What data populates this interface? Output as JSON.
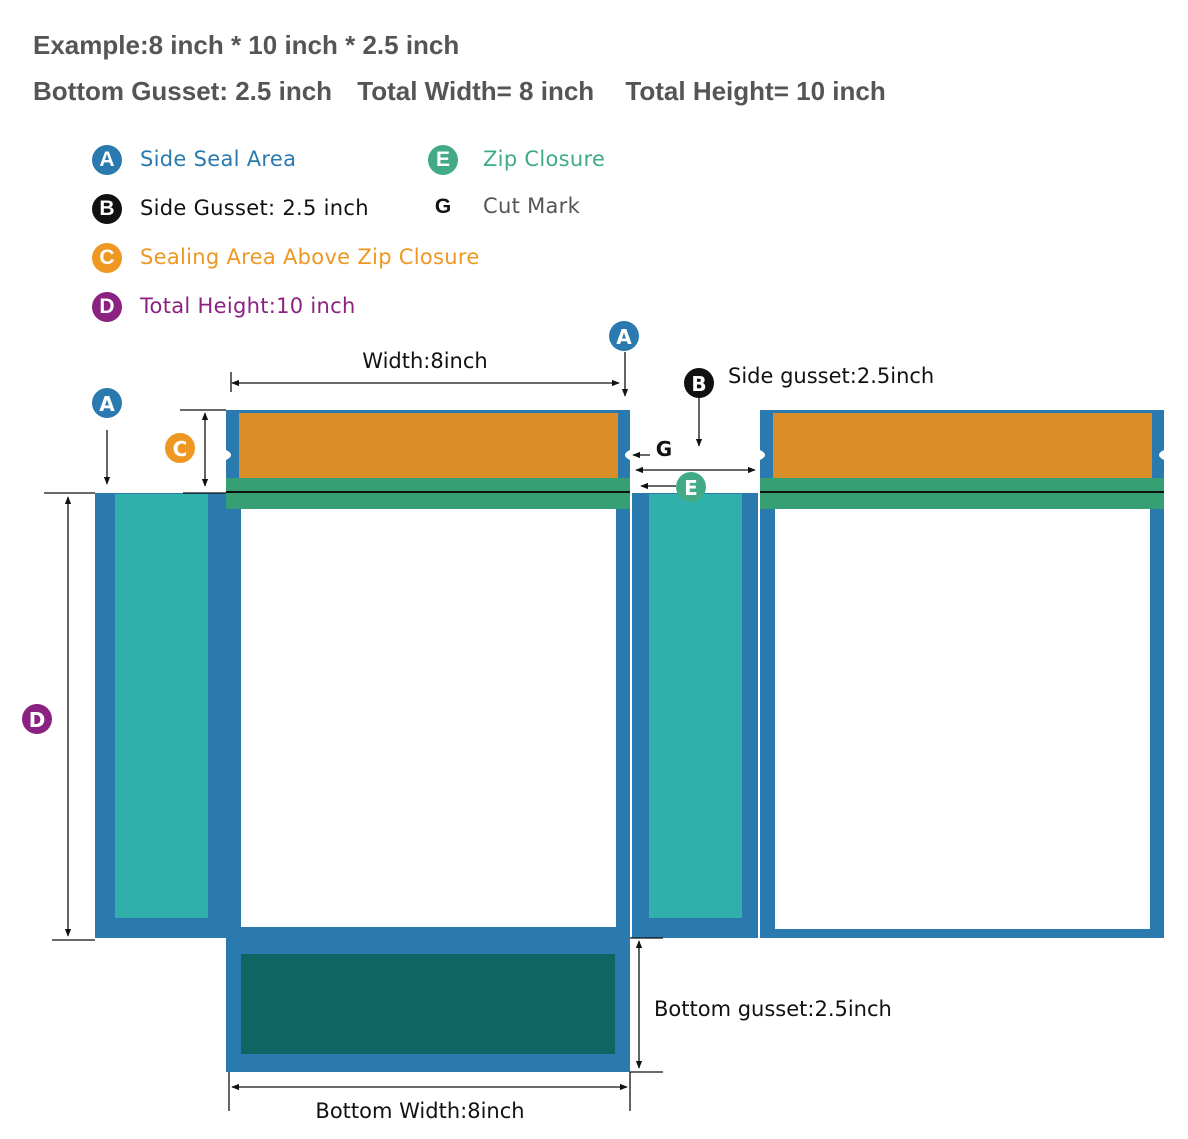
{
  "header": {
    "line1": "Example:8 inch * 10 inch * 2.5 inch",
    "line2_gusset": "Bottom Gusset: 2.5 inch",
    "line2_width": "Total Width= 8 inch",
    "line2_height": "Total Height= 10 inch"
  },
  "legend": {
    "a": {
      "letter": "A",
      "text": "Side Seal Area"
    },
    "b": {
      "letter": "B",
      "text": "Side Gusset: 2.5 inch"
    },
    "c": {
      "letter": "C",
      "text": "Sealing Area Above Zip Closure"
    },
    "d": {
      "letter": "D",
      "text": "Total Height:10 inch"
    },
    "e": {
      "letter": "E",
      "text": "Zip Closure"
    },
    "g": {
      "letter": "G",
      "text": "Cut Mark"
    }
  },
  "labels": {
    "width": "Width:8inch",
    "side_gusset": "Side gusset:2.5inch",
    "bottom_gusset": "Bottom gusset:2.5inch",
    "bottom_width": "Bottom Width:8inch"
  },
  "colors": {
    "side_seal": "#2a7ab0",
    "gusset_fill": "#30b0ab",
    "seal_above_zip": "#d98e28",
    "zip_closure": "#36a074",
    "bottom_fill": "#0e6561",
    "badge_a": "#2a7ab0",
    "badge_b": "#111111",
    "badge_c": "#ee9722",
    "badge_d": "#8b2281",
    "badge_e": "#42ab85",
    "text_gray": "#555555"
  }
}
